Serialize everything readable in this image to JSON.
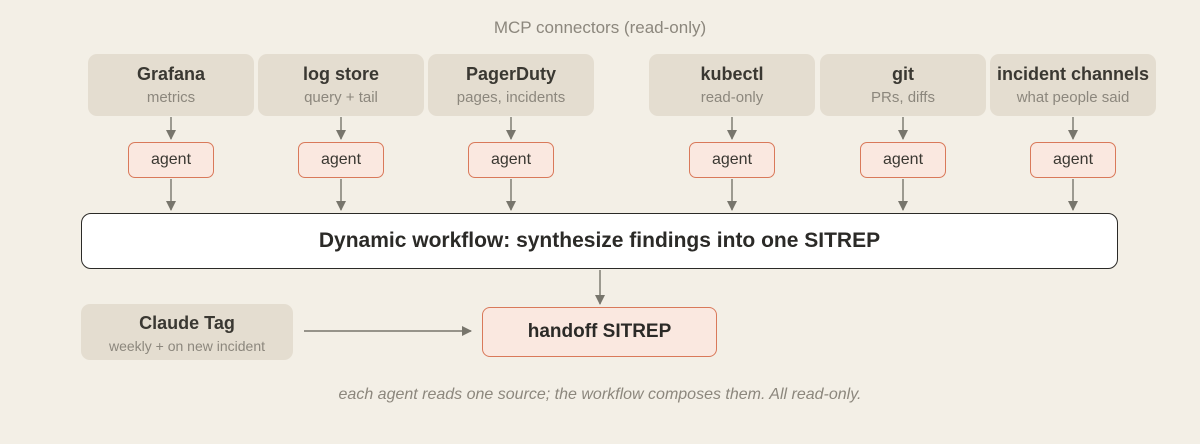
{
  "header": "MCP connectors (read-only)",
  "sources": [
    {
      "name": "Grafana",
      "sub": "metrics",
      "icon": "grafana"
    },
    {
      "name": "log store",
      "sub": "query + tail",
      "icon": "logs"
    },
    {
      "name": "PagerDuty",
      "sub": "pages, incidents",
      "icon": "pager"
    },
    {
      "name": "kubectl",
      "sub": "read-only",
      "icon": "k8s"
    },
    {
      "name": "git",
      "sub": "PRs, diffs",
      "icon": "git"
    },
    {
      "name": "incident channels",
      "sub": "what people said",
      "icon": "chat"
    }
  ],
  "agent_label": "agent",
  "workflow": "Dynamic workflow: synthesize findings into one SITREP",
  "trigger": {
    "name": "Claude Tag",
    "sub": "weekly + on new incident"
  },
  "handoff": "handoff SITREP",
  "footer": "each agent reads one source; the workflow composes them. All read-only.",
  "colors": {
    "background": "#f3efe6",
    "source_fill": "#e4ddd0",
    "agent_fill": "#fae8e0",
    "agent_border": "#d9795a",
    "arrow": "#77756c"
  }
}
